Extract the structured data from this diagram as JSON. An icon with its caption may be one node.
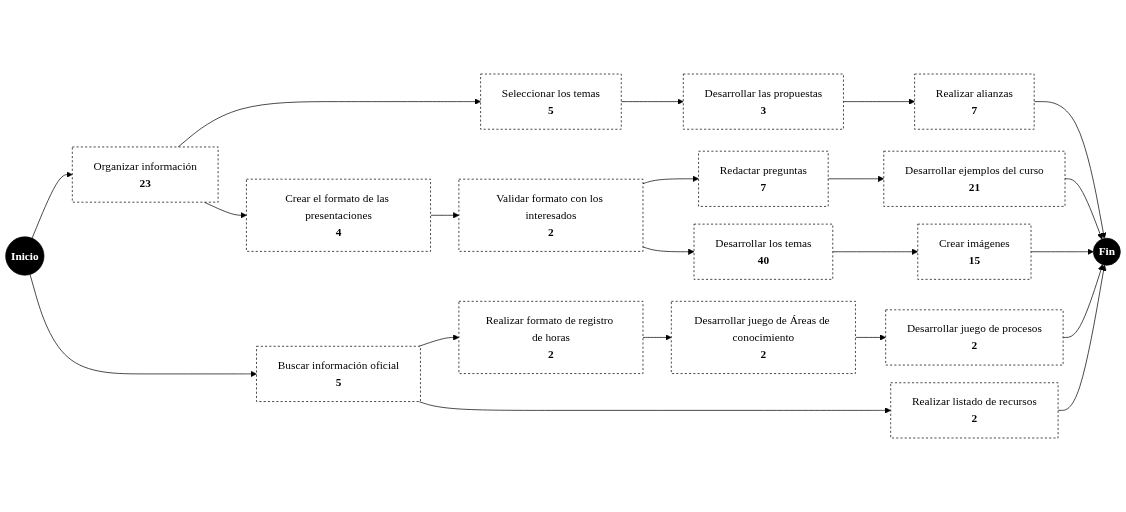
{
  "diagram": {
    "nodes": [
      {
        "text": [
          "Inicio"
        ]
      },
      {
        "text": [
          "Organizar información",
          "23"
        ]
      },
      {
        "text": [
          "Seleccionar los temas",
          "5"
        ]
      },
      {
        "text": [
          "Desarrollar las propuestas",
          "3"
        ]
      },
      {
        "text": [
          "Realizar alianzas",
          "7"
        ]
      },
      {
        "text": [
          "Crear el formato de las presentaciones",
          "4"
        ]
      },
      {
        "text": [
          "Validar formato con los interesados",
          "2"
        ]
      },
      {
        "text": [
          "Redactar preguntas",
          "7"
        ]
      },
      {
        "text": [
          "Desarrollar ejemplos del curso",
          "21"
        ]
      },
      {
        "text": [
          "Desarrollar los temas",
          "40"
        ]
      },
      {
        "text": [
          "Crear imágenes",
          "15"
        ]
      },
      {
        "text": [
          "Buscar información oficial",
          "5"
        ]
      },
      {
        "text": [
          "Realizar formato de registro de horas",
          "2"
        ]
      },
      {
        "text": [
          "Desarrollar juego de Áreas de conocimiento",
          "2"
        ]
      },
      {
        "text": [
          "Desarrollar juego de procesos",
          "2"
        ]
      },
      {
        "text": [
          "Realizar listado de recursos",
          "2"
        ]
      },
      {
        "text": [
          "Fin"
        ]
      }
    ],
    "edges": [
      {
        "from": 0,
        "to": 1,
        "arrow": "to"
      },
      {
        "from": 1,
        "to": 2,
        "arrow": "to"
      },
      {
        "from": 2,
        "to": 3,
        "arrow": "to"
      },
      {
        "from": 3,
        "to": 4,
        "arrow": "to"
      },
      {
        "from": 4,
        "to": 16,
        "arrow": "to"
      },
      {
        "from": 1,
        "to": 5,
        "arrow": "to"
      },
      {
        "from": 5,
        "to": 6,
        "arrow": "to"
      },
      {
        "from": 6,
        "to": 7,
        "arrow": "to"
      },
      {
        "from": 6,
        "to": 9,
        "arrow": "to"
      },
      {
        "from": 7,
        "to": 8,
        "arrow": "to"
      },
      {
        "from": 8,
        "to": 16,
        "arrow": "to"
      },
      {
        "from": 9,
        "to": 10,
        "arrow": "to"
      },
      {
        "from": 10,
        "to": 16,
        "arrow": "to"
      },
      {
        "from": 0,
        "to": 11,
        "arrow": "to"
      },
      {
        "from": 11,
        "to": 12,
        "arrow": "to"
      },
      {
        "from": 12,
        "to": 13,
        "arrow": "to"
      },
      {
        "from": 13,
        "to": 14,
        "arrow": "to"
      },
      {
        "from": 14,
        "to": 16,
        "arrow": "to"
      },
      {
        "from": 11,
        "to": 15,
        "arrow": "to"
      },
      {
        "from": 15,
        "to": 16,
        "arrow": "to"
      }
    ]
  }
}
